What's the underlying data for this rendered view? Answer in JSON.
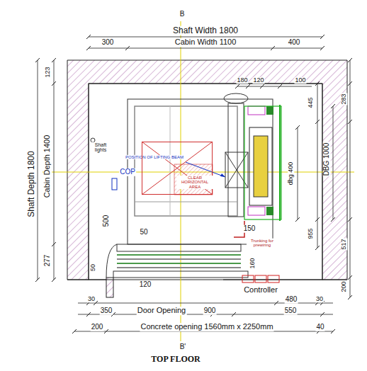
{
  "diagram": {
    "title": "TOP FLOOR",
    "nodes": [
      {
        "text": [
          "CLEAR HORIZONTAL AREA"
        ]
      },
      {
        "text": [
          "Controller"
        ]
      }
    ],
    "labels": [
      "B",
      "Shaft Width 1800",
      "300",
      "Cabin Width 1100",
      "400",
      "180",
      "120",
      "100",
      "123",
      "Shaft Depth 1800",
      "Cabin Depth 1400",
      "277",
      "283",
      "445",
      "dbg 400",
      "DBG 1000",
      "955",
      "517",
      "200",
      "Shaft lights",
      "POSITION OF LIFTING BEAM",
      "COP",
      "500",
      "50",
      "150",
      "Trunking for prewiring",
      "160",
      "50",
      "120",
      "30",
      "480",
      "30",
      "350",
      "Door Opening",
      "900",
      "550",
      "200",
      "Concrete opening 1560mm x 2250mm",
      "40",
      "B'"
    ]
  }
}
